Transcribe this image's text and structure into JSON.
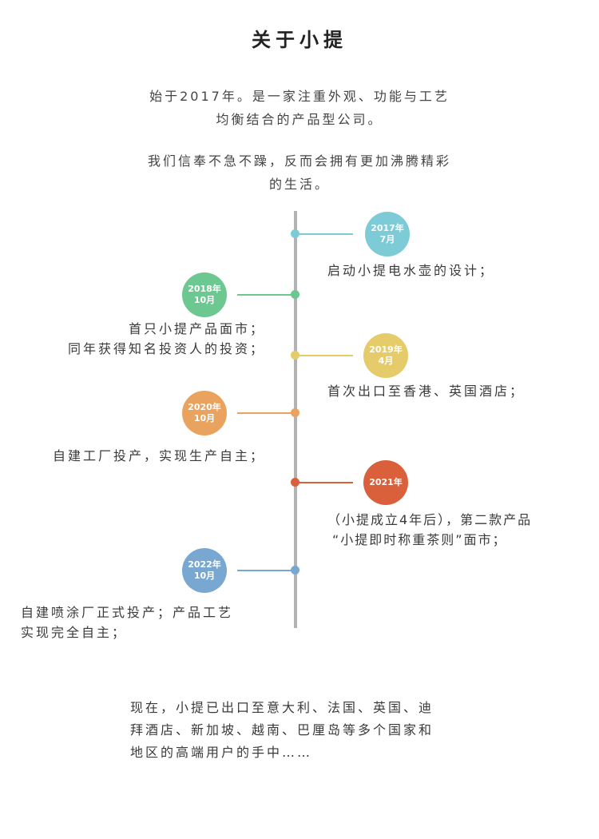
{
  "title": "关于小提",
  "intro": {
    "line1": "始于2017年。是一家注重外观、功能与工艺",
    "line2": "均衡结合的产品型公司。"
  },
  "motto": {
    "line1": "我们信奉不急不躁，反而会拥有更加沸腾精彩",
    "line2": "的生活。"
  },
  "colors": {
    "axis": "#b3b3b3",
    "e2017": "#7ccbd6",
    "e2018": "#6dc790",
    "e2019": "#e5cb6a",
    "e2020": "#e9a35f",
    "e2021": "#d9603a",
    "e2022": "#78a8d2"
  },
  "timeline": {
    "e2017": {
      "year": "2017年",
      "month": "7月",
      "line1": "启动小提电水壶的设计；"
    },
    "e2018": {
      "year": "2018年",
      "month": "10月",
      "line1": "首只小提产品面市；",
      "line2": "同年获得知名投资人的投资；"
    },
    "e2019": {
      "year": "2019年",
      "month": "4月",
      "line1": "首次出口至香港、英国酒店；"
    },
    "e2020": {
      "year": "2020年",
      "month": "10月",
      "line1": "自建工厂投产，实现生产自主；"
    },
    "e2021": {
      "year": "2021年",
      "line1": "（小提成立4年后），第二款产品",
      "line2": "“小提即时称重茶则”面市；"
    },
    "e2022": {
      "year": "2022年",
      "month": "10月",
      "line1": "自建喷涂厂正式投产；产品工艺",
      "line2": "实现完全自主；"
    }
  },
  "outro": {
    "line1": "现在，小提已出口至意大利、法国、英国、迪",
    "line2": "拜酒店、新加坡、越南、巴厘岛等多个国家和",
    "line3": "地区的高端用户的手中……"
  }
}
